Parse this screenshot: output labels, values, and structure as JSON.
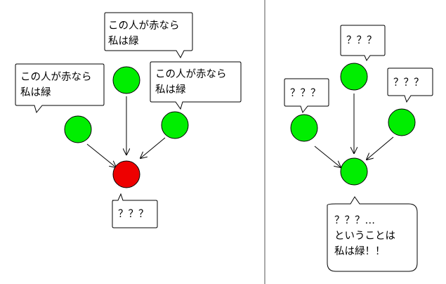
{
  "colors": {
    "green": "#00ee00",
    "red": "#ee0000",
    "outline": "#000000",
    "divider": "#555555",
    "bubble_fill": "#ffffff"
  },
  "left_panel": {
    "bubble_top": [
      "この人が赤なら",
      "私は緑"
    ],
    "bubble_left": [
      "この人が赤なら",
      "私は緑"
    ],
    "bubble_right": [
      "この人が赤なら",
      "私は緑"
    ],
    "bubble_center": [
      "？？？"
    ]
  },
  "right_panel": {
    "bubble_top": [
      "？？？"
    ],
    "bubble_left": [
      "？？？"
    ],
    "bubble_right": [
      "？？？"
    ],
    "bubble_center": [
      "？？？…",
      "ということは",
      "私は緑！！"
    ]
  }
}
